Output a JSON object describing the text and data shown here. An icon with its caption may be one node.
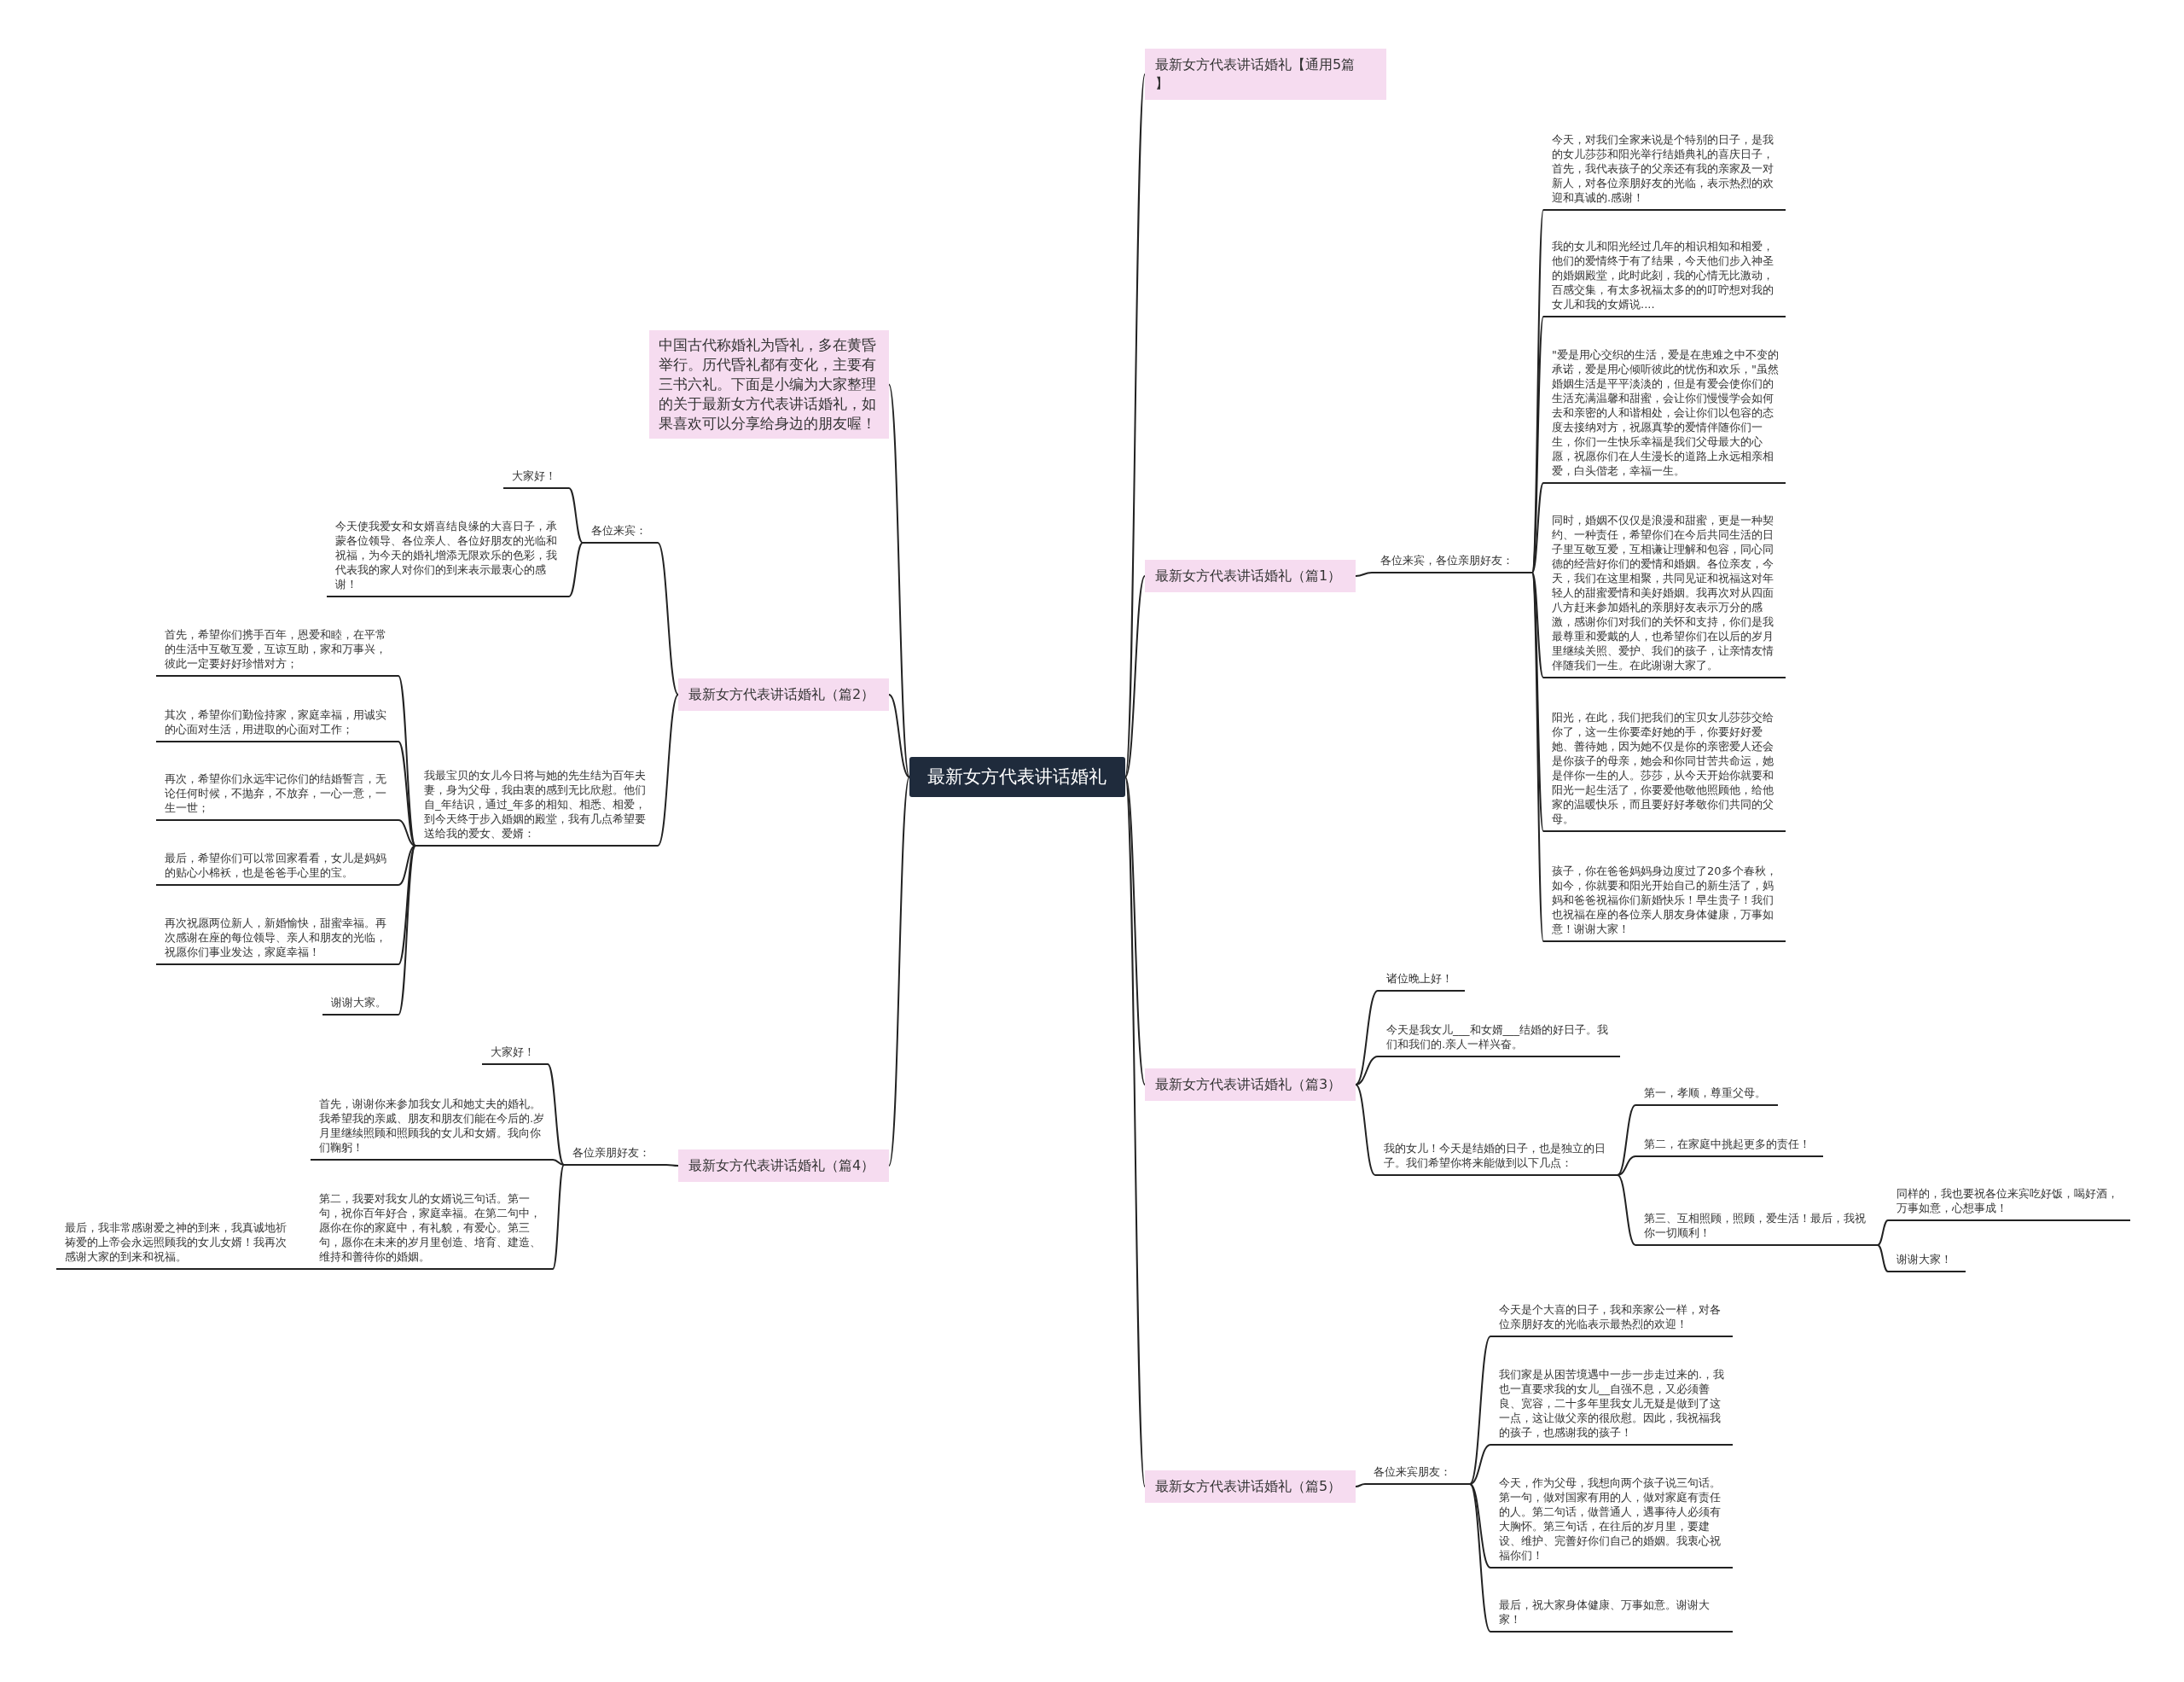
{
  "diagram": {
    "nodes": [
      {
        "text": [
          "最新女方代表讲话婚礼"
        ]
      },
      {
        "text": [
          "最新女方代表讲话婚礼【通用5篇】"
        ]
      },
      {
        "text": [
          "中国古代称婚礼为昏礼，多在黄昏举行。历代昏礼都有变化，主要有三书六礼。下面是小编为大家整理的关于最新女方代表讲话婚礼，如果喜欢可以分享给身边的朋友喔！"
        ]
      },
      {
        "text": [
          "最新女方代表讲话婚礼（篇1）"
        ]
      },
      {
        "text": [
          "各位来宾，各位亲朋好友："
        ]
      },
      {
        "text": [
          "今天，对我们全家来说是个特别的日子，是我的女儿莎莎和阳光举行结婚典礼的喜庆日子，首先，我代表孩子的父亲还有我的亲家及一对新人，对各位亲朋好友的光临，表示热烈的欢迎和真诚的.感谢！"
        ]
      },
      {
        "text": [
          "我的女儿和阳光经过几年的相识相知和相爱，他们的爱情终于有了结果，今天他们步入神圣的婚姻殿堂，此时此刻，我的心情无比激动，百感交集，有太多祝福太多的的叮咛想对我的女儿和我的女婿说...."
        ]
      },
      {
        "text": [
          "\"爱是用心交织的生活，爱是在患难之中不变的承诺，爱是用心倾听彼此的忧伤和欢乐，\"虽然婚姻生活是平平淡淡的，但是有爱会使你们的生活充满温馨和甜蜜，会让你们慢慢学会如何去和亲密的人和谐相处，会让你们以包容的态度去接纳对方，祝愿真挚的爱情伴随你们一生，你们一生快乐幸福是我们父母最大的心愿，祝愿你们在人生漫长的道路上永远相亲相爱，白头偕老，幸福一生。"
        ]
      },
      {
        "text": [
          "同时，婚姻不仅仅是浪漫和甜蜜，更是一种契约、一种责任，希望你们在今后共同生活的日子里互敬互爱，互相谦让理解和包容，同心同德的经营好你们的爱情和婚姻。各位亲友，今天，我们在这里相聚，共同见证和祝福这对年轻人的甜蜜爱情和美好婚姻。我再次对从四面八方赶来参加婚礼的亲朋好友表示万分的感激，感谢你们对我们的关怀和支持，你们是我最尊重和爱戴的人，也希望你们在以后的岁月里继续关照、爱护、我们的孩子，让亲情友情伴随我们一生。在此谢谢大家了。"
        ]
      },
      {
        "text": [
          "阳光，在此，我们把我们的宝贝女儿莎莎交给你了，这一生你要牵好她的手，你要好好爱她、善待她，因为她不仅是你的亲密爱人还会是你孩子的母亲，她会和你同甘苦共命运，她是伴你一生的人。莎莎，从今天开始你就要和阳光一起生活了，你要爱他敬他照顾他，给他家的温暖快乐，而且要好好孝敬你们共同的父母。"
        ]
      },
      {
        "text": [
          "孩子，你在爸爸妈妈身边度过了20多个春秋，如今，你就要和阳光开始自己的新生活了，妈妈和爸爸祝福你们新婚快乐！早生贵子！我们也祝福在座的各位亲人朋友身体健康，万事如意！谢谢大家！"
        ]
      },
      {
        "text": [
          "最新女方代表讲话婚礼（篇2）"
        ]
      },
      {
        "text": [
          "各位来宾："
        ]
      },
      {
        "text": [
          "大家好！"
        ]
      },
      {
        "text": [
          "今天使我爱女和女婿喜结良缘的大喜日子，承蒙各位领导、各位亲人、各位好朋友的光临和祝福，为今天的婚礼增添无限欢乐的色彩，我代表我的家人对你们的到来表示最衷心的感谢！"
        ]
      },
      {
        "text": [
          "我最宝贝的女儿今日将与她的先生结为百年夫妻，身为父母，我由衷的感到无比欣慰。他们自_年结识，通过_年多的相知、相悉、相爱，到今天终于步入婚姻的殿堂，我有几点希望要送给我的爱女、爱婿："
        ]
      },
      {
        "text": [
          "首先，希望你们携手百年，恩爱和睦，在平常的生活中互敬互爱，互谅互助，家和万事兴，彼此一定要好好珍惜对方；"
        ]
      },
      {
        "text": [
          "其次，希望你们勤俭持家，家庭幸福，用诚实的心面对生活，用进取的心面对工作；"
        ]
      },
      {
        "text": [
          "再次，希望你们永远牢记你们的结婚誓言，无论任何时候，不抛弃，不放弃，一心一意，一生一世；"
        ]
      },
      {
        "text": [
          "最后，希望你们可以常回家看看，女儿是妈妈的贴心小棉袄，也是爸爸手心里的宝。"
        ]
      },
      {
        "text": [
          "再次祝愿两位新人，新婚愉快，甜蜜幸福。再次感谢在座的每位领导、亲人和朋友的光临，祝愿你们事业发达，家庭幸福！"
        ]
      },
      {
        "text": [
          "谢谢大家。"
        ]
      },
      {
        "text": [
          "最新女方代表讲话婚礼（篇3）"
        ]
      },
      {
        "text": [
          "诸位晚上好！"
        ]
      },
      {
        "text": [
          "今天是我女儿___和女婿___结婚的好日子。我们和我们的.亲人一样兴奋。"
        ]
      },
      {
        "text": [
          "我的女儿！今天是结婚的日子，也是独立的日子。我们希望你将来能做到以下几点："
        ]
      },
      {
        "text": [
          "第一，孝顺，尊重父母。"
        ]
      },
      {
        "text": [
          "第二，在家庭中挑起更多的责任！"
        ]
      },
      {
        "text": [
          "第三、互相照顾，照顾，爱生活！最后，我祝你一切顺利！"
        ]
      },
      {
        "text": [
          "同样的，我也要祝各位来宾吃好饭，喝好酒，万事如意，心想事成！"
        ]
      },
      {
        "text": [
          "谢谢大家！"
        ]
      },
      {
        "text": [
          "最新女方代表讲话婚礼（篇4）"
        ]
      },
      {
        "text": [
          "各位亲朋好友："
        ]
      },
      {
        "text": [
          "大家好！"
        ]
      },
      {
        "text": [
          "首先，谢谢你来参加我女儿和她丈夫的婚礼。我希望我的亲戚、朋友和朋友们能在今后的.岁月里继续照顾和照顾我的女儿和女婿。我向你们鞠躬！"
        ]
      },
      {
        "text": [
          "第二，我要对我女儿的女婿说三句话。第一句，祝你百年好合，家庭幸福。在第二句中，愿你在你的家庭中，有礼貌，有爱心。第三句，愿你在未来的岁月里创造、培育、建造、维持和善待你的婚姻。"
        ]
      },
      {
        "text": [
          "最后，我非常感谢爱之神的到来，我真诚地祈祷爱的上帝会永远照顾我的女儿女婿！我再次感谢大家的到来和祝福。"
        ]
      },
      {
        "text": [
          "最新女方代表讲话婚礼（篇5）"
        ]
      },
      {
        "text": [
          "各位来宾朋友："
        ]
      },
      {
        "text": [
          "今天是个大喜的日子，我和亲家公一样，对各位亲朋好友的光临表示最热烈的欢迎！"
        ]
      },
      {
        "text": [
          "我们家是从困苦境遇中一步一步走过来的.，我也一直要求我的女儿__自强不息，又必须善良、宽容，二十多年里我女儿无疑是做到了这一点，这让做父亲的很欣慰。因此，我祝福我的孩子，也感谢我的孩子！"
        ]
      },
      {
        "text": [
          "今天，作为父母，我想向两个孩子说三句话。第一句，做对国家有用的人，做对家庭有责任的人。第二句话，做普通人，遇事待人必须有大胸怀。第三句话，在往后的岁月里，要建设、维护、完善好你们自己的婚姻。我衷心祝福你们！"
        ]
      },
      {
        "text": [
          "最后，祝大家身体健康、万事如意。谢谢大家！"
        ]
      }
    ],
    "edges": [
      {
        "from": 0,
        "to": 1,
        "arrow": "none"
      },
      {
        "from": 0,
        "to": 2,
        "arrow": "none"
      },
      {
        "from": 0,
        "to": 3,
        "arrow": "none"
      },
      {
        "from": 3,
        "to": 4,
        "arrow": "none"
      },
      {
        "from": 4,
        "to": 5,
        "arrow": "none"
      },
      {
        "from": 4,
        "to": 6,
        "arrow": "none"
      },
      {
        "from": 4,
        "to": 7,
        "arrow": "none"
      },
      {
        "from": 4,
        "to": 8,
        "arrow": "none"
      },
      {
        "from": 4,
        "to": 9,
        "arrow": "none"
      },
      {
        "from": 4,
        "to": 10,
        "arrow": "none"
      },
      {
        "from": 0,
        "to": 11,
        "arrow": "none"
      },
      {
        "from": 11,
        "to": 12,
        "arrow": "none"
      },
      {
        "from": 12,
        "to": 13,
        "arrow": "none"
      },
      {
        "from": 12,
        "to": 14,
        "arrow": "none"
      },
      {
        "from": 11,
        "to": 15,
        "arrow": "none"
      },
      {
        "from": 15,
        "to": 16,
        "arrow": "none"
      },
      {
        "from": 15,
        "to": 17,
        "arrow": "none"
      },
      {
        "from": 15,
        "to": 18,
        "arrow": "none"
      },
      {
        "from": 15,
        "to": 19,
        "arrow": "none"
      },
      {
        "from": 15,
        "to": 20,
        "arrow": "none"
      },
      {
        "from": 15,
        "to": 21,
        "arrow": "none"
      },
      {
        "from": 0,
        "to": 22,
        "arrow": "none"
      },
      {
        "from": 22,
        "to": 23,
        "arrow": "none"
      },
      {
        "from": 22,
        "to": 24,
        "arrow": "none"
      },
      {
        "from": 22,
        "to": 25,
        "arrow": "none"
      },
      {
        "from": 25,
        "to": 26,
        "arrow": "none"
      },
      {
        "from": 25,
        "to": 27,
        "arrow": "none"
      },
      {
        "from": 25,
        "to": 28,
        "arrow": "none"
      },
      {
        "from": 28,
        "to": 29,
        "arrow": "none"
      },
      {
        "from": 28,
        "to": 30,
        "arrow": "none"
      },
      {
        "from": 0,
        "to": 31,
        "arrow": "none"
      },
      {
        "from": 31,
        "to": 32,
        "arrow": "none"
      },
      {
        "from": 32,
        "to": 33,
        "arrow": "none"
      },
      {
        "from": 32,
        "to": 34,
        "arrow": "none"
      },
      {
        "from": 32,
        "to": 35,
        "arrow": "none"
      },
      {
        "from": 35,
        "to": 36,
        "arrow": "none"
      },
      {
        "from": 0,
        "to": 37,
        "arrow": "none"
      },
      {
        "from": 37,
        "to": 38,
        "arrow": "none"
      },
      {
        "from": 38,
        "to": 39,
        "arrow": "none"
      },
      {
        "from": 38,
        "to": 40,
        "arrow": "none"
      },
      {
        "from": 38,
        "to": 41,
        "arrow": "none"
      },
      {
        "from": 38,
        "to": 42,
        "arrow": "none"
      }
    ]
  }
}
